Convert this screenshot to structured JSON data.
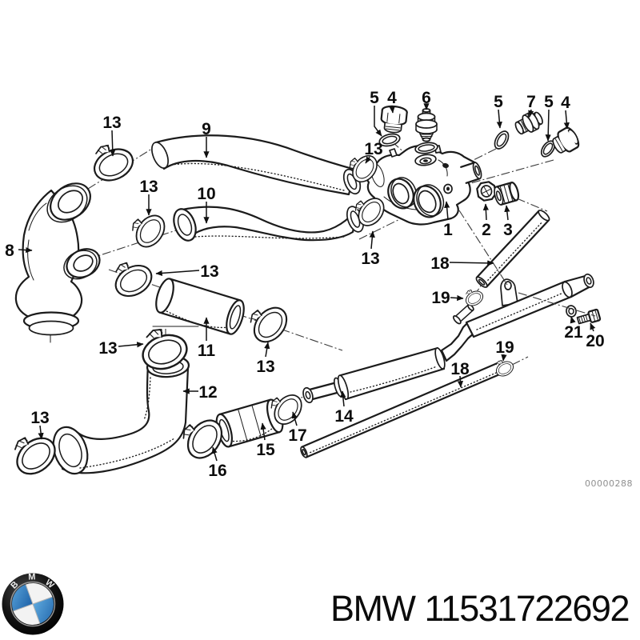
{
  "diagram": {
    "watermark": "00000288",
    "callouts": [
      {
        "label": "13"
      },
      {
        "label": "9"
      },
      {
        "label": "13"
      },
      {
        "label": "10"
      },
      {
        "label": "8"
      },
      {
        "label": "13"
      },
      {
        "label": "13"
      },
      {
        "label": "5"
      },
      {
        "label": "4"
      },
      {
        "label": "6"
      },
      {
        "label": "5"
      },
      {
        "label": "7"
      },
      {
        "label": "5"
      },
      {
        "label": "4"
      },
      {
        "label": "1"
      },
      {
        "label": "2"
      },
      {
        "label": "3"
      },
      {
        "label": "13"
      },
      {
        "label": "18"
      },
      {
        "label": "19"
      },
      {
        "label": "21"
      },
      {
        "label": "20"
      },
      {
        "label": "13"
      },
      {
        "label": "11"
      },
      {
        "label": "13"
      },
      {
        "label": "12"
      },
      {
        "label": "19"
      },
      {
        "label": "18"
      },
      {
        "label": "13"
      },
      {
        "label": "14"
      },
      {
        "label": "17"
      },
      {
        "label": "15"
      },
      {
        "label": "16"
      }
    ]
  },
  "footer": {
    "brand": "BMW",
    "part_number": "11531722692",
    "logo_letters": [
      "B",
      "M",
      "W"
    ]
  },
  "colors": {
    "line": "#1b1b1b",
    "bmw_blue_light": "#5ea9de",
    "bmw_blue_dark": "#1e62a8",
    "watermark_gray": "#8f8f8f"
  }
}
